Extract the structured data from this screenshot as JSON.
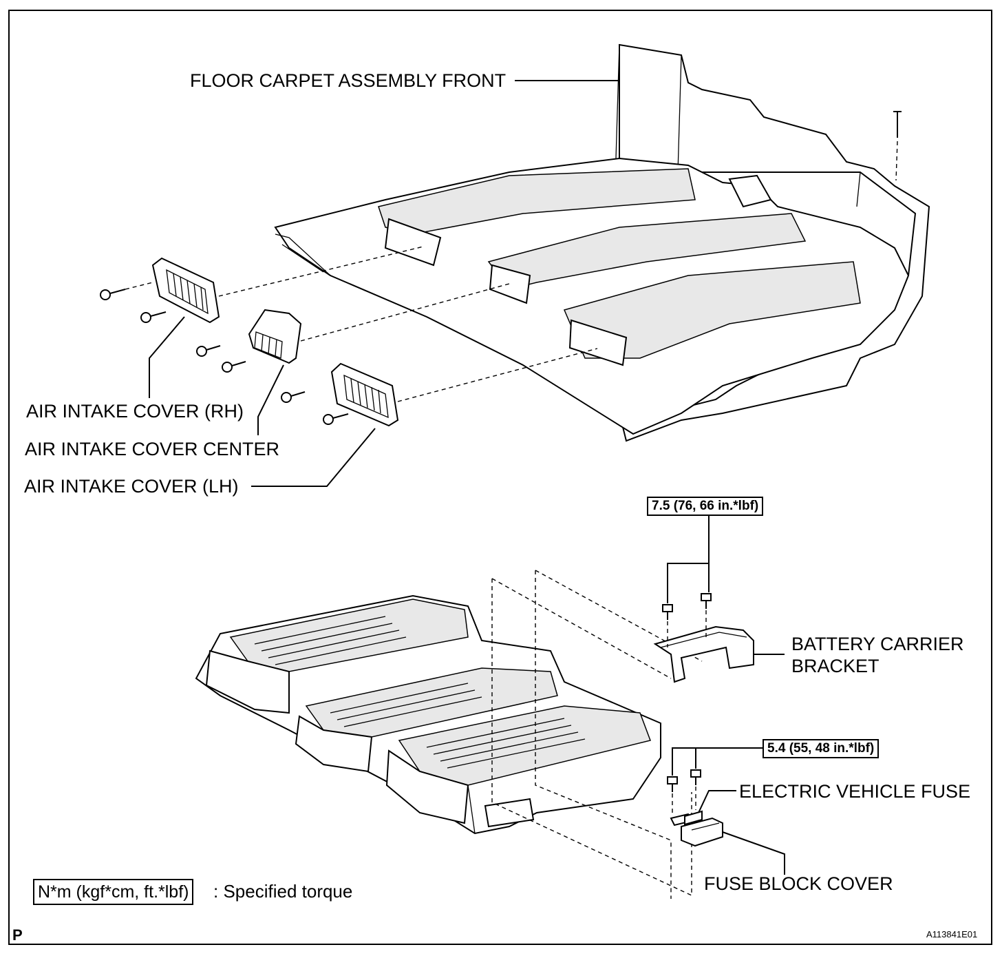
{
  "labels": {
    "floor_carpet": "FLOOR CARPET ASSEMBLY FRONT",
    "air_intake_rh": "AIR INTAKE COVER (RH)",
    "air_intake_center": "AIR INTAKE COVER CENTER",
    "air_intake_lh": "AIR INTAKE COVER (LH)",
    "battery_carrier_line1": "BATTERY CARRIER",
    "battery_carrier_line2": "BRACKET",
    "ev_fuse": "ELECTRIC VEHICLE FUSE",
    "fuse_block_cover": "FUSE BLOCK COVER"
  },
  "torque": {
    "bracket": "7.5 (76, 66 in.*lbf)",
    "fuse": "5.4 (55, 48 in.*lbf)"
  },
  "legend": {
    "box": "N*m (kgf*cm, ft.*lbf)",
    "text": ": Specified torque"
  },
  "corner": {
    "left": "P",
    "right": "A113841E01"
  }
}
